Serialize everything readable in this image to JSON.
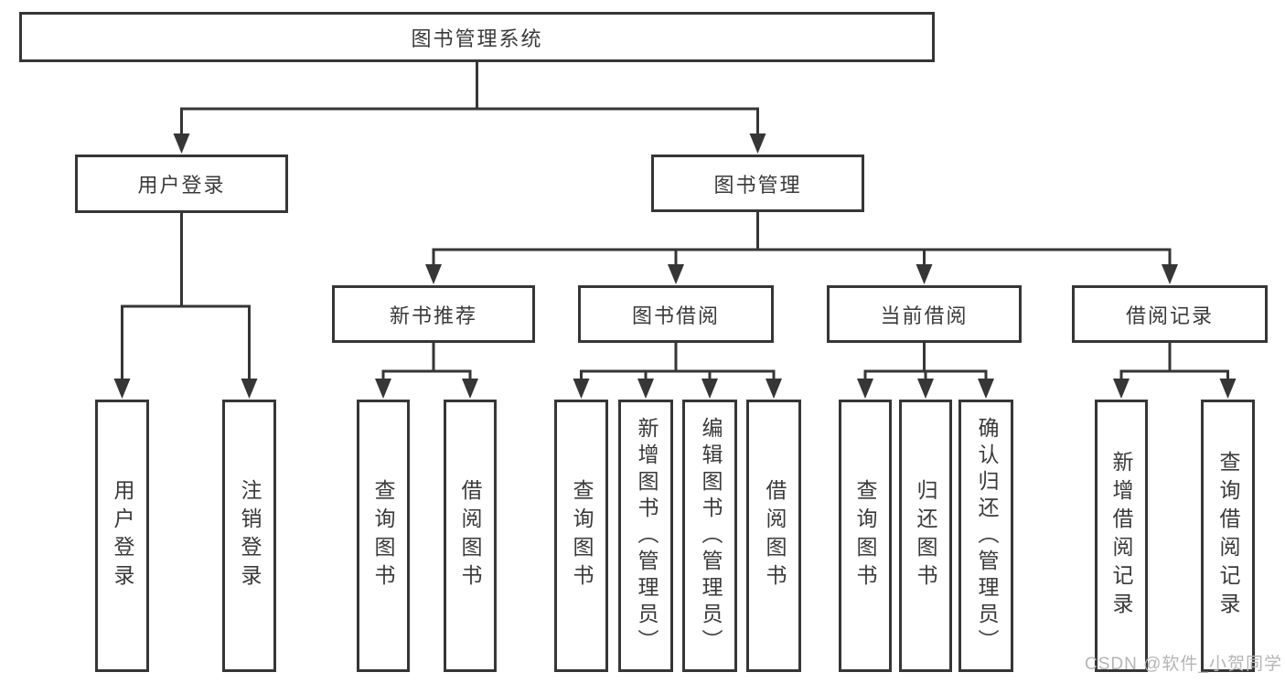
{
  "diagram": {
    "root": {
      "label": "图书管理系统"
    },
    "level2": {
      "user_login_group": {
        "label": "用户登录"
      },
      "book_mgmt": {
        "label": "图书管理"
      }
    },
    "level3": {
      "new_book_rec": {
        "label": "新书推荐"
      },
      "book_borrow": {
        "label": "图书借阅"
      },
      "current_borrow": {
        "label": "当前借阅"
      },
      "borrow_record": {
        "label": "借阅记录"
      }
    },
    "leaves": {
      "login": {
        "label": "用户登录"
      },
      "logout": {
        "label": "注销登录"
      },
      "nb_query_book": {
        "label": "查询图书"
      },
      "nb_borrow_book": {
        "label": "借阅图书"
      },
      "bb_query_book": {
        "label": "查询图书"
      },
      "bb_add_book": {
        "label": "新增图书（管理员）"
      },
      "bb_edit_book": {
        "label": "编辑图书（管理员）"
      },
      "bb_borrow_book": {
        "label": "借阅图书"
      },
      "cb_query_book": {
        "label": "查询图书"
      },
      "cb_return_book": {
        "label": "归还图书"
      },
      "cb_confirm_return": {
        "label": "确认归还（管理员）"
      },
      "br_add_record": {
        "label": "新增借阅记录"
      },
      "br_query_record": {
        "label": "查询借阅记录"
      }
    },
    "watermark": "CSDN @软件_小贺同学",
    "colors": {
      "line": "#363636",
      "text": "#3a3a3a",
      "background": "#ffffff",
      "watermark": "#b5b5b5"
    }
  }
}
